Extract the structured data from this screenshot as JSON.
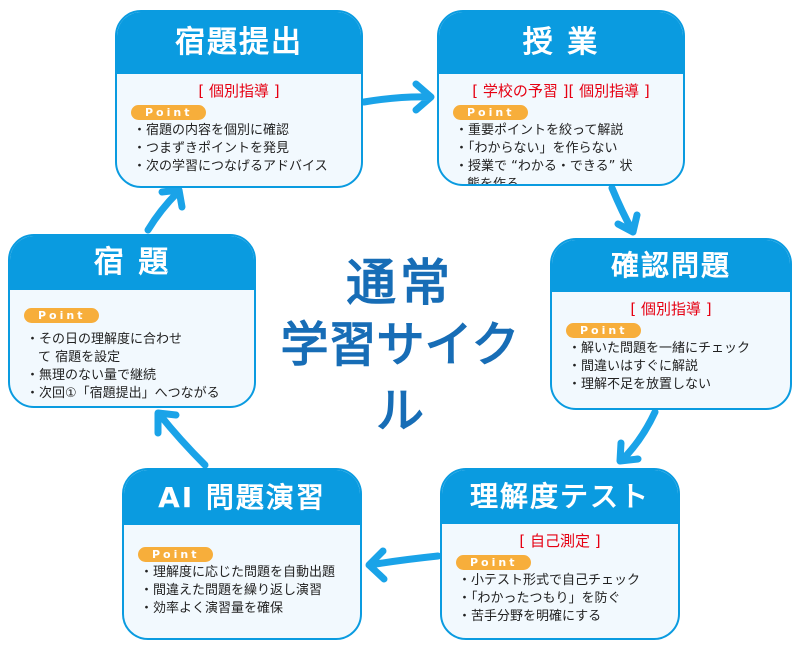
{
  "title": {
    "line1": "通常",
    "line2": "学習サイクル"
  },
  "colors": {
    "header": "#0a9be0",
    "tag": "#e60012",
    "point": "#f7ae3b",
    "title": "#176db6"
  },
  "point_label": "Point",
  "cards": [
    {
      "title": "宿題提出",
      "tag": "[ 個別指導 ]",
      "points": [
        "宿題の内容を個別に確認",
        "つまずきポイントを発見",
        "次の学習につなげるアドバイス"
      ]
    },
    {
      "title": "授 業",
      "tag": "[ 学校の予習 ][ 個別指導 ]",
      "points": [
        "重要ポイントを絞って解説",
        "「わからない」を作らない",
        "授業で “わかる・できる” 状態を作る"
      ]
    },
    {
      "title": "確認問題",
      "tag": "[ 個別指導 ]",
      "points": [
        "解いた問題を一緒にチェック",
        "間違いはすぐに解説",
        "理解不足を放置しない"
      ]
    },
    {
      "title": "理解度テスト",
      "tag": "[ 自己測定 ]",
      "points": [
        "小テスト形式で自己チェック",
        "「わかったつもり」を防ぐ",
        "苦手分野を明確にする"
      ]
    },
    {
      "title": "AI 問題演習",
      "points": [
        "理解度に応じた問題を自動出題",
        "間違えた問題を繰り返し演習",
        "効率よく演習量を確保"
      ]
    },
    {
      "title": "宿 題",
      "points": [
        "その日の理解度に合わせて 宿題を設定",
        "無理のない量で継続",
        "次回①「宿題提出」へつながる"
      ]
    }
  ]
}
